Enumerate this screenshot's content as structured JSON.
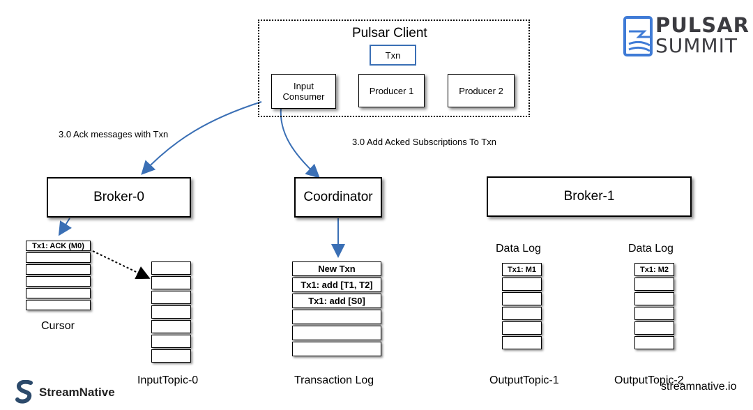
{
  "pulsar_client": {
    "title": "Pulsar Client",
    "txn": "Txn",
    "input_consumer": "Input\nConsumer",
    "producer1": "Producer 1",
    "producer2": "Producer 2"
  },
  "annotations": {
    "ack": "3.0 Ack messages with Txn",
    "add_acked": "3.0 Add Acked Subscriptions To Txn"
  },
  "brokers": {
    "broker0": "Broker-0",
    "coordinator": "Coordinator",
    "broker1": "Broker-1"
  },
  "cursor": {
    "entries": [
      "Tx1: ACK (M0)",
      "",
      "",
      "",
      "",
      ""
    ],
    "label": "Cursor"
  },
  "input_topic": {
    "entries": [
      "",
      "",
      "",
      "",
      "",
      "",
      ""
    ],
    "label": "InputTopic-0"
  },
  "transaction_log": {
    "entries": [
      "New Txn",
      "Tx1: add [T1, T2]",
      "Tx1: add [S0]",
      "",
      "",
      ""
    ],
    "label": "Transaction Log"
  },
  "output_topic1": {
    "header": "Data Log",
    "entries": [
      "Tx1: M1",
      "",
      "",
      "",
      "",
      ""
    ],
    "label": "OutputTopic-1"
  },
  "output_topic2": {
    "header": "Data Log",
    "entries": [
      "Tx1: M2",
      "",
      "",
      "",
      "",
      ""
    ],
    "label": "OutputTopic-2"
  },
  "logos": {
    "pulsar": "PULSAR",
    "summit": "SUMMIT",
    "streamnative": "StreamNative",
    "website": "streamnative.io"
  },
  "colors": {
    "arrow": "#3a6fb5",
    "txn_border": "#3a6fb5",
    "logo_blue": "#3f7bd6",
    "logo_text": "#3b3b40"
  }
}
